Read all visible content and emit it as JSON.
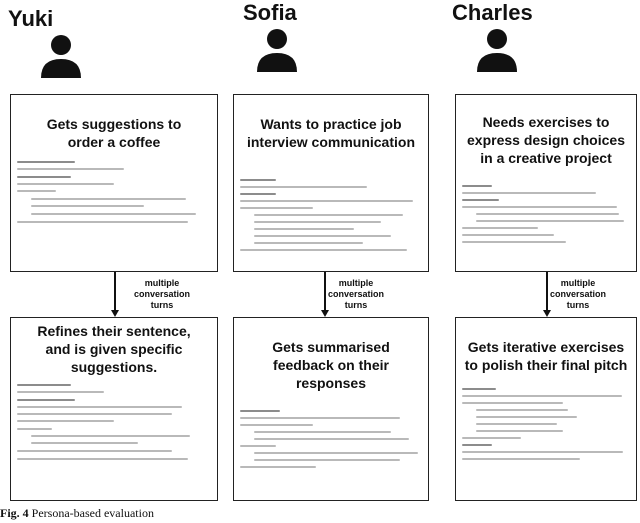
{
  "personas": [
    {
      "name": "Yuki",
      "goal": "Gets suggestions to order a coffee",
      "connector": "multiple conversation turns",
      "outcome": "Refines their sentence, and is given specific suggestions."
    },
    {
      "name": "Sofia",
      "goal": "Wants to practice job interview communication",
      "connector": "multiple conversation turns",
      "outcome": "Gets summarised feedback on their responses"
    },
    {
      "name": "Charles",
      "goal": "Needs exercises to express design choices in a creative project",
      "connector": "multiple conversation turns",
      "outcome": "Gets iterative exercises to polish their final pitch"
    }
  ],
  "caption": {
    "label": "Fig. 4",
    "text": "Persona-based evaluation"
  }
}
